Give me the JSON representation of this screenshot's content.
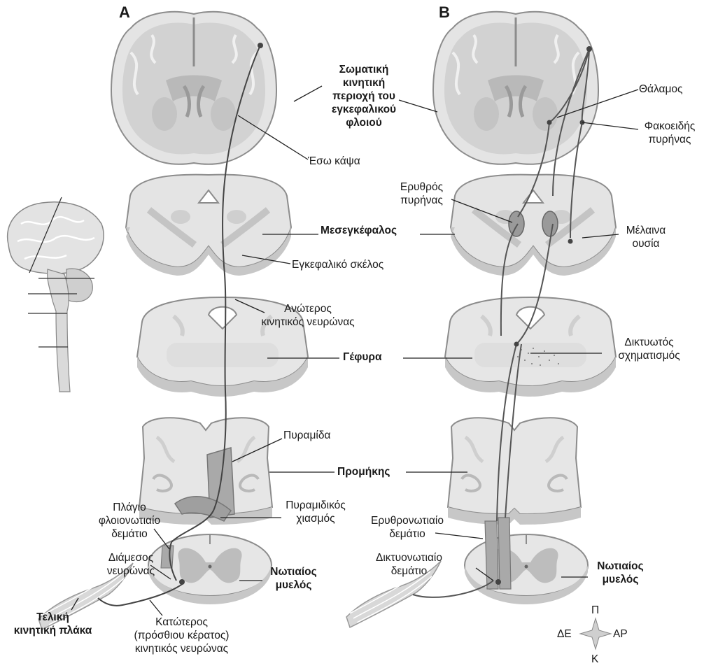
{
  "panels": {
    "a": "A",
    "b": "B"
  },
  "labels": {
    "somatic_cortex": "Σωματική\nκινητική\nπεριοχή του\nεγκεφαλικού\nφλοιού",
    "internal_capsule": "Έσω κάψα",
    "thalamus": "Θάλαμος",
    "lentiform": "Φακοειδής\nπυρήνας",
    "red_nucleus": "Ερυθρός\nπυρήνας",
    "midbrain": "Μεσεγκέφαλος",
    "substantia_nigra": "Μέλαινα\nουσία",
    "cerebral_peduncle": "Εγκεφαλικό σκέλος",
    "upper_motor_neuron": "Ανώτερος\nκινητικός νευρώνας",
    "pons": "Γέφυρα",
    "reticular_formation": "Δικτυωτός\nσχηματισμός",
    "pyramid": "Πυραμίδα",
    "medulla": "Προμήκης",
    "lateral_tract": "Πλάγιο\nφλοιονωτιαίο\nδεμάτιο",
    "decussation": "Πυραμιδικός\nχιασμός",
    "rubrospinal": "Ερυθρονωτιαίο\nδεμάτιο",
    "interneuron": "Διάμεσος\nνευρώνας",
    "reticulospinal": "Δικτυονωτιαίο\nδεμάτιο",
    "spinal_cord_a": "Νωτιαίος\nμυελός",
    "spinal_cord_b": "Νωτιαίος\nμυελός",
    "end_plate": "Τελική\nκινητική πλάκα",
    "lower_motor_neuron": "Κατώτερος\n(πρόσθιου κέρατος)\nκινητικός νευρώνας"
  },
  "compass": {
    "up": "Π",
    "down": "Κ",
    "left": "ΔΕ",
    "right": "ΑΡ"
  },
  "colors": {
    "tissue": "#e4e4e4",
    "grey_matter": "#b9b9b9",
    "outline": "#8c8c8c",
    "line": "#222222",
    "tract": "#555555"
  }
}
